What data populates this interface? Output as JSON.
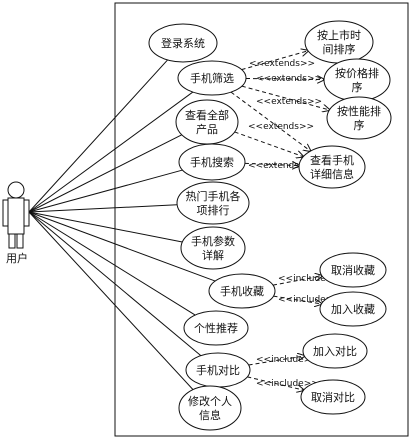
{
  "actor": {
    "label": "用户"
  },
  "use_cases": [
    {
      "id": "login",
      "lines": [
        "登录系统"
      ]
    },
    {
      "id": "filter",
      "lines": [
        "手机筛选"
      ]
    },
    {
      "id": "view_all",
      "lines": [
        "查看全部",
        "产品"
      ]
    },
    {
      "id": "search",
      "lines": [
        "手机搜索"
      ]
    },
    {
      "id": "hot_rank",
      "lines": [
        "热门手机各",
        "项排行"
      ]
    },
    {
      "id": "params",
      "lines": [
        "手机参数",
        "详解"
      ]
    },
    {
      "id": "favorite",
      "lines": [
        "手机收藏"
      ]
    },
    {
      "id": "recommend",
      "lines": [
        "个性推荐"
      ]
    },
    {
      "id": "compare",
      "lines": [
        "手机对比"
      ]
    },
    {
      "id": "edit_info",
      "lines": [
        "修改个人",
        "信息"
      ]
    },
    {
      "id": "sort_time",
      "lines": [
        "按上市时",
        "间排序"
      ]
    },
    {
      "id": "sort_price",
      "lines": [
        "按价格排",
        "序"
      ]
    },
    {
      "id": "sort_perf",
      "lines": [
        "按性能排",
        "序"
      ]
    },
    {
      "id": "detail",
      "lines": [
        "查看手机",
        "详细信息"
      ]
    },
    {
      "id": "cancel_fav",
      "lines": [
        "取消收藏"
      ]
    },
    {
      "id": "add_fav",
      "lines": [
        "加入收藏"
      ]
    },
    {
      "id": "add_cmp",
      "lines": [
        "加入对比"
      ]
    },
    {
      "id": "cancel_cmp",
      "lines": [
        "取消对比"
      ]
    }
  ],
  "relations": [
    {
      "from": "filter",
      "to": "sort_time",
      "label": "<<extends>>"
    },
    {
      "from": "filter",
      "to": "sort_price",
      "label": "<<extends>>"
    },
    {
      "from": "filter",
      "to": "sort_perf",
      "label": "<<extends>>"
    },
    {
      "from": "filter",
      "to": "detail",
      "label": ""
    },
    {
      "from": "view_all",
      "to": "detail",
      "label": "<<extends>>"
    },
    {
      "from": "search",
      "to": "detail",
      "label": "<<extends>>"
    },
    {
      "from": "favorite",
      "to": "cancel_fav",
      "label": "<<include>>"
    },
    {
      "from": "favorite",
      "to": "add_fav",
      "label": "<<include>>"
    },
    {
      "from": "compare",
      "to": "add_cmp",
      "label": "<<include>>"
    },
    {
      "from": "compare",
      "to": "cancel_cmp",
      "label": "<<include>>"
    }
  ]
}
